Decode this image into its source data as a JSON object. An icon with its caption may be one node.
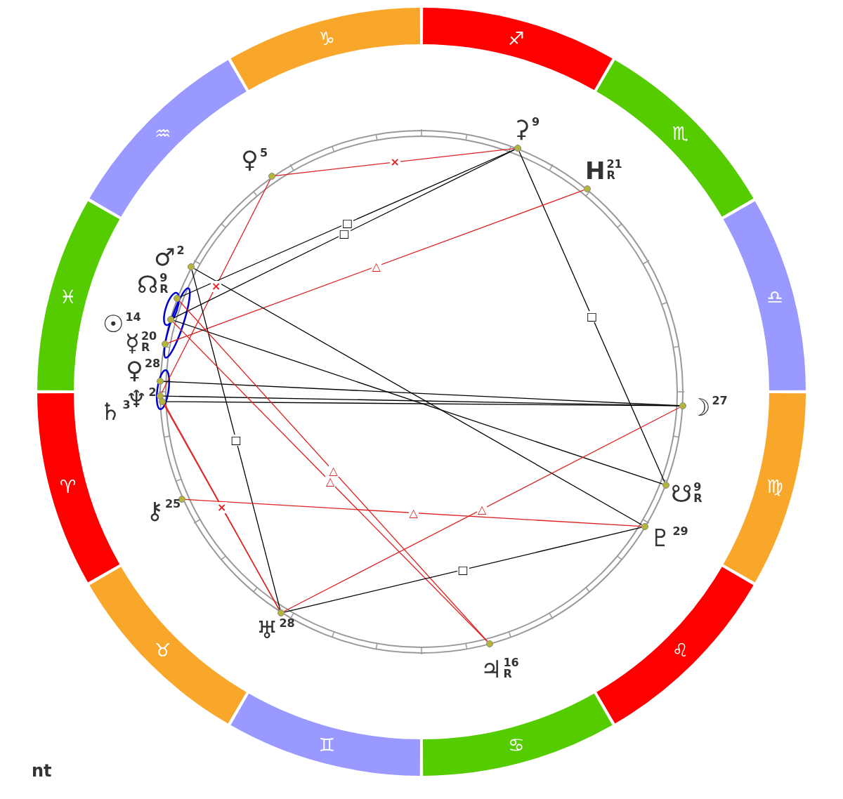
{
  "diagram": {
    "nodes": [
      {
        "text": [
          "♑"
        ]
      },
      {
        "text": [
          "♐"
        ]
      },
      {
        "text": [
          "♏"
        ]
      },
      {
        "text": [
          "♎"
        ]
      },
      {
        "text": [
          "♍"
        ]
      },
      {
        "text": [
          "♌"
        ]
      },
      {
        "text": [
          "♋"
        ]
      },
      {
        "text": [
          "♊"
        ]
      },
      {
        "text": [
          "♉"
        ]
      },
      {
        "text": [
          "♈"
        ]
      },
      {
        "text": [
          "♓"
        ]
      },
      {
        "text": [
          "♒"
        ]
      },
      {
        "text": [
          "♀",
          "5"
        ]
      },
      {
        "text": [
          "⚳",
          "9"
        ]
      },
      {
        "text": [
          "H",
          "21",
          "R"
        ]
      },
      {
        "text": [
          "♂",
          "2"
        ]
      },
      {
        "text": [
          "☊",
          "9",
          "R"
        ]
      },
      {
        "text": [
          "☉",
          "14"
        ]
      },
      {
        "text": [
          "☿",
          "20",
          "R"
        ]
      },
      {
        "text": [
          "♀",
          "28"
        ]
      },
      {
        "text": [
          "♆",
          "2"
        ]
      },
      {
        "text": [
          "♄",
          "3"
        ]
      },
      {
        "text": [
          "⚷",
          "25"
        ]
      },
      {
        "text": [
          "♅",
          "28"
        ]
      },
      {
        "text": [
          "♃",
          "16",
          "R"
        ]
      },
      {
        "text": [
          "♇",
          "29"
        ]
      },
      {
        "text": [
          "☋",
          "9",
          "R"
        ]
      },
      {
        "text": [
          "☽",
          "27"
        ]
      }
    ],
    "edges": [
      {
        "from": 12,
        "to": 13,
        "arrow": "none",
        "label": "×",
        "color": "#dd2222"
      },
      {
        "from": 12,
        "to": 20,
        "arrow": "none",
        "label": "×",
        "color": "#dd2222"
      },
      {
        "from": 13,
        "to": 16,
        "arrow": "none",
        "label": "□"
      },
      {
        "from": 13,
        "to": 17,
        "arrow": "none",
        "label": "□"
      },
      {
        "from": 13,
        "to": 26,
        "arrow": "none",
        "label": "□"
      },
      {
        "from": 14,
        "to": 18,
        "arrow": "none",
        "label": "△",
        "color": "#dd2222"
      },
      {
        "from": 15,
        "to": 23,
        "arrow": "none",
        "label": "□"
      },
      {
        "from": 15,
        "to": 25,
        "arrow": "none"
      },
      {
        "from": 17,
        "to": 26,
        "arrow": "none"
      },
      {
        "from": 19,
        "to": 27,
        "arrow": "none"
      },
      {
        "from": 20,
        "to": 27,
        "arrow": "none"
      },
      {
        "from": 21,
        "to": 27,
        "arrow": "none"
      },
      {
        "from": 17,
        "to": 24,
        "arrow": "none",
        "label": "△",
        "color": "#dd2222"
      },
      {
        "from": 16,
        "to": 24,
        "arrow": "none",
        "label": "△",
        "color": "#dd2222"
      },
      {
        "from": 21,
        "to": 23,
        "arrow": "none",
        "label": "×",
        "color": "#dd2222"
      },
      {
        "from": 20,
        "to": 23,
        "arrow": "none",
        "color": "#dd2222"
      },
      {
        "from": 22,
        "to": 25,
        "arrow": "none",
        "label": "△",
        "color": "#dd2222"
      },
      {
        "from": 27,
        "to": 23,
        "arrow": "none",
        "label": "△",
        "color": "#dd2222"
      },
      {
        "from": 23,
        "to": 25,
        "arrow": "none",
        "label": "□"
      }
    ],
    "labels": [
      "nt"
    ]
  }
}
